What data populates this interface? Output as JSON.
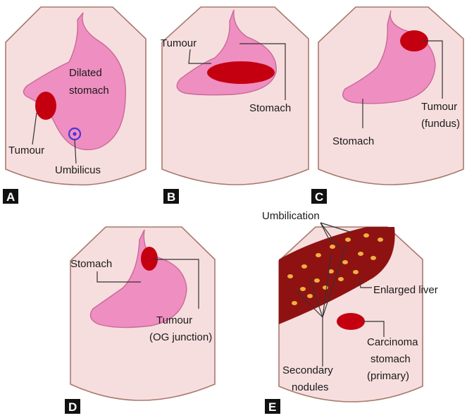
{
  "colors": {
    "skin": "#f7dede",
    "skin_edge": "#a77a6e",
    "stomach": "#ef8ec0",
    "stomach_edge": "#c86a98",
    "tumour": "#c40010",
    "liver": "#8f1212",
    "nodule": "#f0b040",
    "umbilicus": "#4b34d6",
    "letter_box": "#111111"
  },
  "panels": {
    "a": {
      "letter": "A",
      "dilated_stomach": [
        "Dilated",
        "stomach"
      ],
      "tumour": "Tumour",
      "umbilicus": "Umbilicus"
    },
    "b": {
      "letter": "B",
      "tumour": "Tumour",
      "stomach": "Stomach"
    },
    "c": {
      "letter": "C",
      "tumour": [
        "Tumour",
        "(fundus)"
      ],
      "stomach": "Stomach"
    },
    "d": {
      "letter": "D",
      "stomach": "Stomach",
      "tumour": [
        "Tumour",
        "(OG junction)"
      ]
    },
    "e": {
      "letter": "E",
      "umbilication": "Umbilication",
      "enlarged_liver": "Enlarged liver",
      "carcinoma": [
        "Carcinoma",
        "stomach",
        "(primary)"
      ],
      "secondary_nodules": [
        "Secondary",
        "nodules"
      ]
    }
  }
}
